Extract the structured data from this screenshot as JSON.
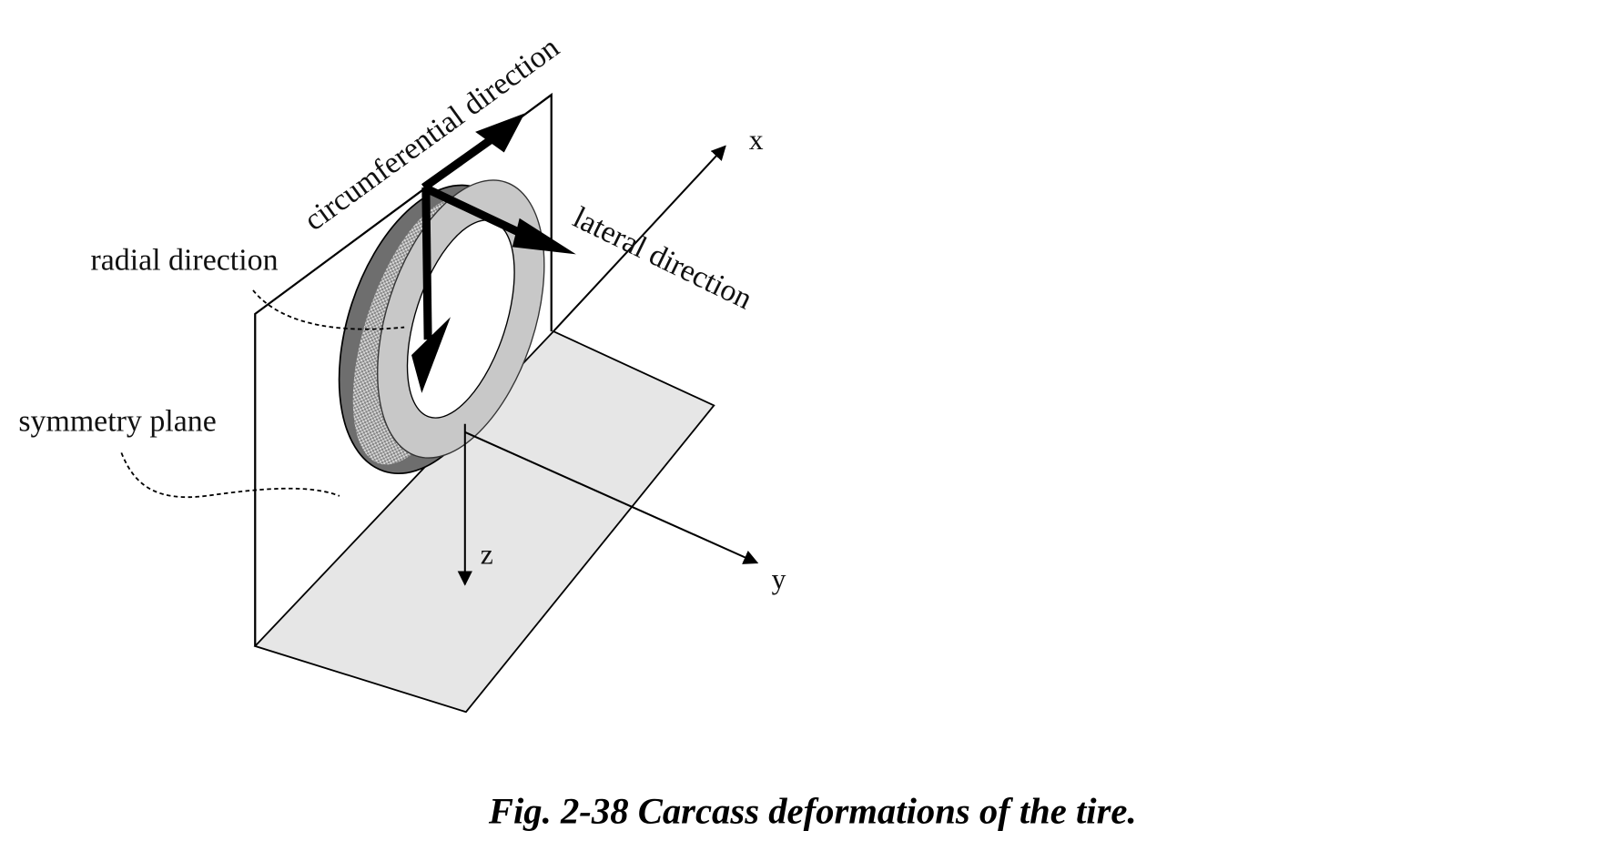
{
  "figure": {
    "caption": "Fig. 2-38 Carcass deformations of the tire.",
    "labels": {
      "circumferential": "circumferential direction",
      "lateral": "lateral direction",
      "radial": "radial direction",
      "symmetry": "symmetry plane",
      "axis_x": "x",
      "axis_y": "y",
      "axis_z": "z"
    },
    "colors": {
      "ground_plane": "#e6e6e6",
      "tire_dark": "#6e6e6e",
      "tire_light": "#c8c8c8",
      "ink": "#000000"
    }
  }
}
